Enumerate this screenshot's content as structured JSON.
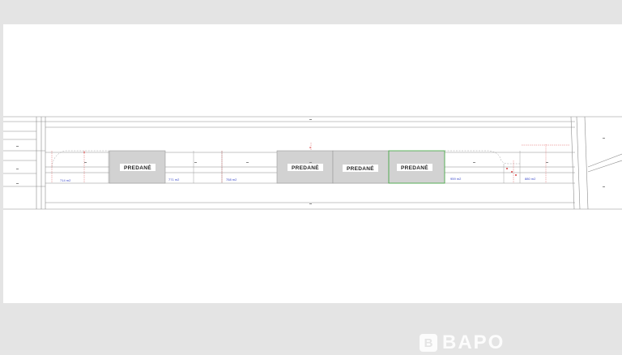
{
  "plan": {
    "sold_lots": [
      {
        "label": "PREDANÉ",
        "outline": "#9a9a9a"
      },
      {
        "label": "PREDANÉ",
        "outline": "#9a9a9a"
      },
      {
        "label": "PREDANÉ",
        "outline": "#9a9a9a"
      },
      {
        "label": "PREDANÉ",
        "outline": "#3aa63a"
      }
    ],
    "area_labels": [
      "714 m2",
      "771 m2",
      "758 m2",
      "959 m2",
      "880 m2"
    ],
    "colors": {
      "sold_fill": "#d2d2d2",
      "line": "#8c8c8c",
      "dimension": "#d94040",
      "green_outline": "#3aa63a",
      "area_text": "#3a49c9"
    }
  },
  "watermark": {
    "text": "BAPO",
    "icon": "logo-b-icon"
  }
}
